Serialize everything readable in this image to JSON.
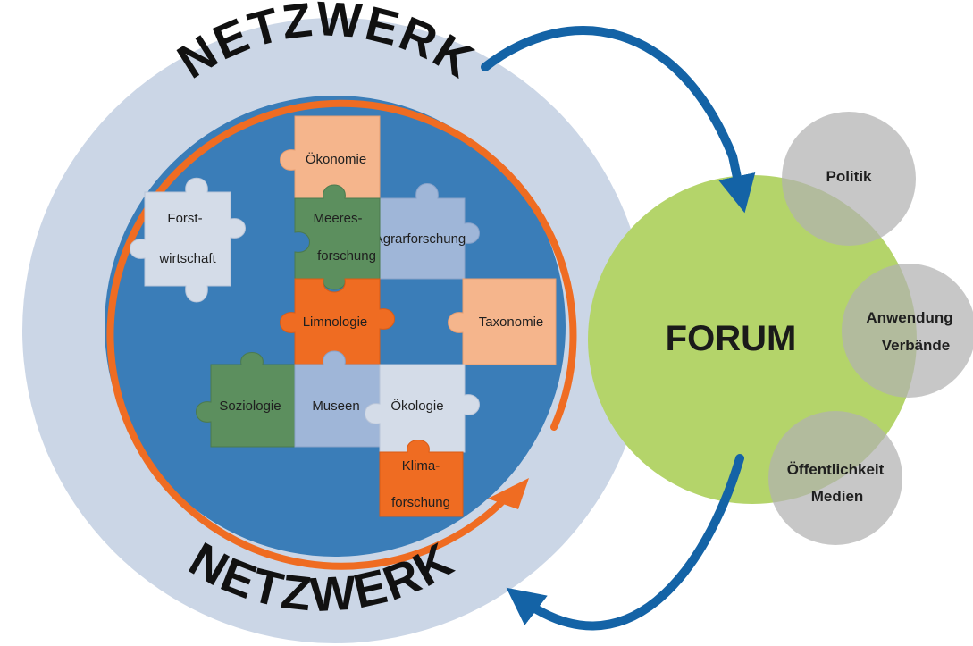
{
  "network": {
    "top_label": "NETZWERK",
    "bottom_label": "NETZWERK"
  },
  "pieces": {
    "oekonomie": "Ökonomie",
    "forstwirtschaft_1": "Forst-",
    "forstwirtschaft_2": "wirtschaft",
    "meeresforschung_1": "Meeres-",
    "meeresforschung_2": "forschung",
    "agrarforschung": "Agrarforschung",
    "limnologie": "Limnologie",
    "taxonomie": "Taxonomie",
    "soziologie": "Soziologie",
    "museen": "Museen",
    "oekologie": "Ökologie",
    "klimaforschung_1": "Klima-",
    "klimaforschung_2": "forschung"
  },
  "forum": {
    "title": "FORUM"
  },
  "satellites": {
    "politik": "Politik",
    "anwendung_1": "Anwendung",
    "anwendung_2": "Verbände",
    "oeffentlichkeit_1": "Öffentlichkeit",
    "oeffentlichkeit_2": "Medien"
  },
  "colors": {
    "outer_ring": "#cbd6e6",
    "inner_disc": "#3a7db8",
    "orange": "#ef6c22",
    "arrow_blue": "#1463a6",
    "forum_green": "#b4d46a",
    "satellite_grey": "#b1b1b1",
    "piece_peach": "#f5b58c",
    "piece_light": "#d4dce8",
    "piece_green": "#5c8f5e",
    "piece_lavender": "#9fb6d8"
  }
}
